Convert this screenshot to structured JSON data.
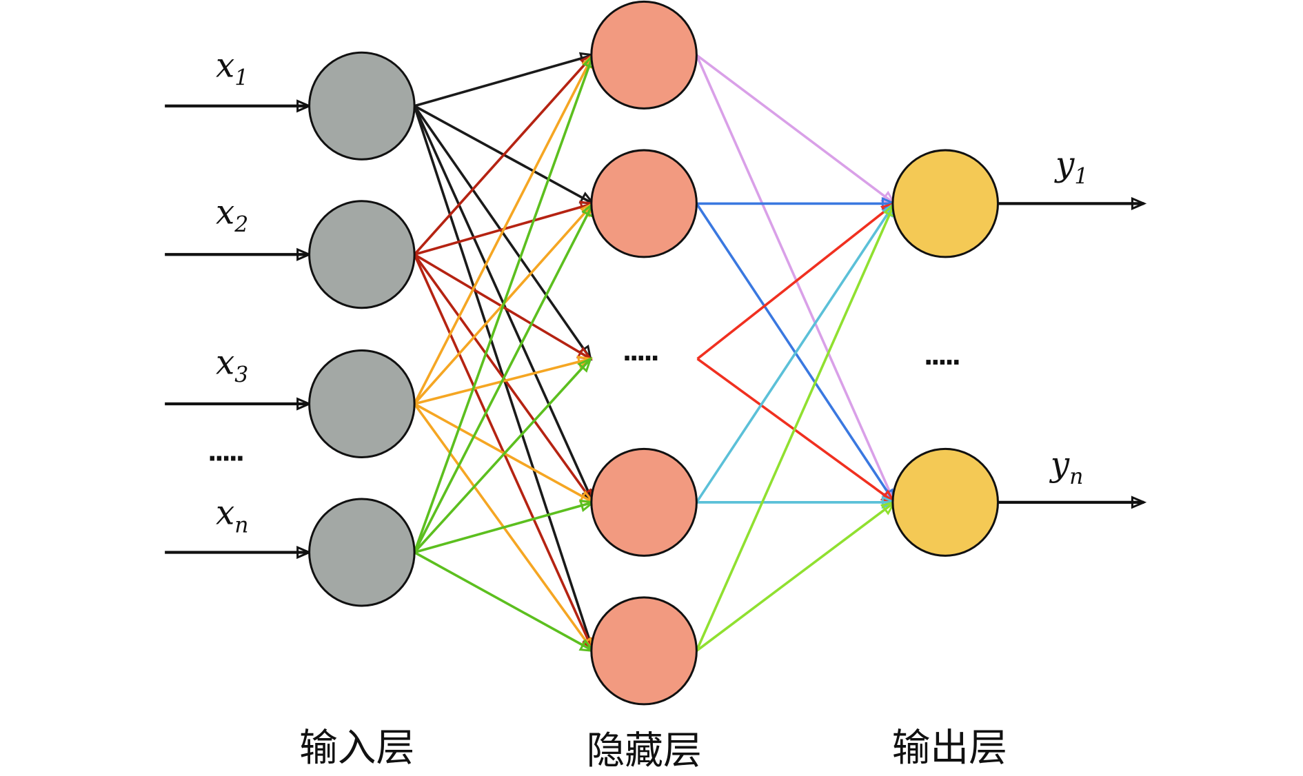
{
  "inputs": [
    {
      "var": "x",
      "sub": "1"
    },
    {
      "var": "x",
      "sub": "2"
    },
    {
      "var": "x",
      "sub": "3"
    },
    {
      "var": "x",
      "sub": "n"
    }
  ],
  "outputs": [
    {
      "var": "y",
      "sub": "1"
    },
    {
      "var": "y",
      "sub": "n"
    }
  ],
  "ellipsis": ".....",
  "layers": {
    "input": "输入层",
    "hidden": "隐藏层",
    "output": "输出层"
  },
  "colors": {
    "input_node": "#a3a8a5",
    "hidden_node": "#f29a80",
    "output_node": "#f4c955",
    "input_edges": [
      "#1a1a1a",
      "#b52312",
      "#f5a623",
      "#5cbf1f"
    ],
    "hidden_edges": [
      "#d9a0e8",
      "#3a78e0",
      "#f03020",
      "#5bc0d8",
      "#90e030"
    ]
  }
}
